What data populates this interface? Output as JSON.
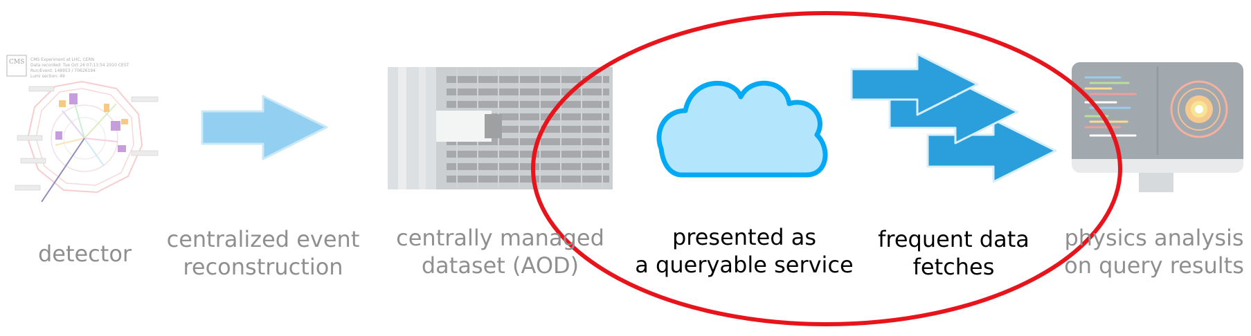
{
  "event_display": {
    "title": "CMS Experiment at LHC, CERN",
    "date_line": "Data recorded: Tue Oct 26 07:13:54 2010 CEST",
    "run_line": "Run/Event: 148953 / 70626194",
    "lumi_line": "Lumi section: 49"
  },
  "steps": [
    {
      "label": [
        "detector"
      ]
    },
    {
      "label": [
        "centralized event",
        "reconstruction"
      ]
    },
    {
      "label": [
        "centrally managed",
        "dataset (AOD)"
      ]
    },
    {
      "label": [
        "presented as",
        "a queryable service"
      ]
    },
    {
      "label": [
        "frequent data",
        "fetches"
      ]
    },
    {
      "label": [
        "physics analysis",
        "on query results"
      ]
    }
  ],
  "colors": {
    "faded_text": "#8f8f8f",
    "highlight_text": "#000000",
    "ellipse": "#e8141b",
    "cloud_fill": "#b3e5fc",
    "cloud_stroke": "#03a9f4",
    "arrow_light": "#93cff0",
    "arrow_dark": "#2a9fdc"
  }
}
